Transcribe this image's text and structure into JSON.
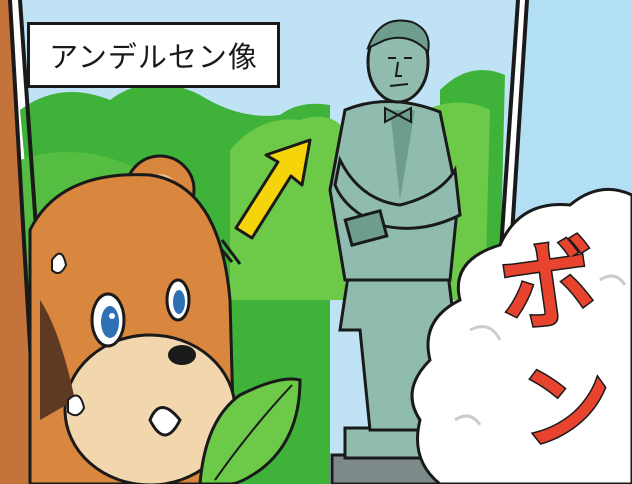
{
  "caption": {
    "text": "アンデルセン像"
  },
  "sound_effect": {
    "first_char": "ボ",
    "second_char": "ン"
  },
  "colors": {
    "sky": "#bfe3f4",
    "foliage_dark": "#3fb23a",
    "foliage_light": "#6dc948",
    "statue": "#8fbcae",
    "statue_shadow": "#6e9c8f",
    "arrow": "#f5d50a",
    "bear_fur": "#d9863f",
    "bear_muzzle": "#f2d6ae",
    "sfx_red": "#e8432e"
  },
  "icons": [
    "up-right-arrow-icon",
    "leaf-icon",
    "sweat-drop-icon"
  ]
}
